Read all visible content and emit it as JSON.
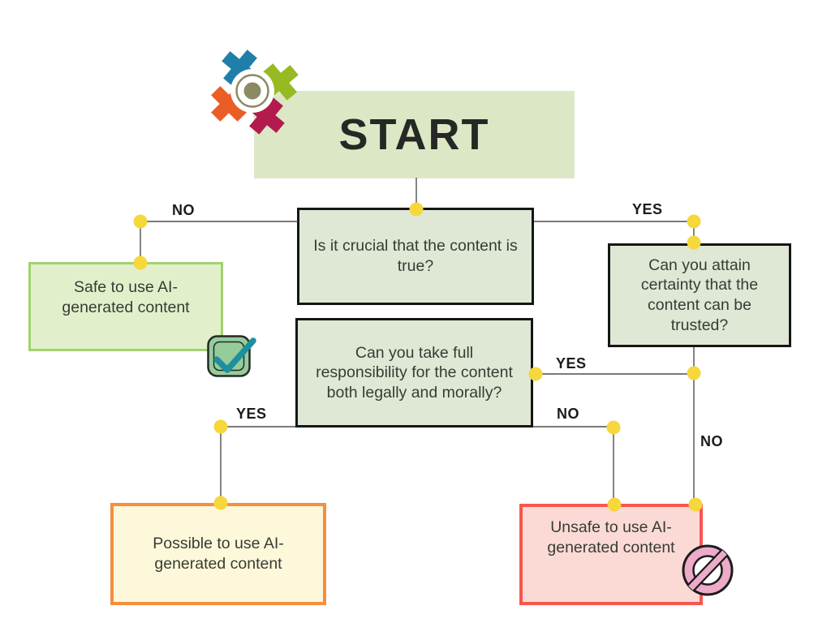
{
  "flowchart": {
    "nodes": {
      "start": {
        "label": "START",
        "type": "start"
      },
      "q_crucial": {
        "label": "Is it crucial that the content is true?",
        "type": "question"
      },
      "q_certainty": {
        "label": "Can you attain certainty that the content can be trusted?",
        "type": "question"
      },
      "q_responsibility": {
        "label": "Can you take full responsibility for the content both legally and morally?",
        "type": "question"
      },
      "outcome_safe": {
        "label": "Safe to use AI-generated content",
        "type": "outcome-positive"
      },
      "outcome_possible": {
        "label": "Possible to use AI-generated content",
        "type": "outcome-caution"
      },
      "outcome_unsafe": {
        "label": "Unsafe to use AI-generated content",
        "type": "outcome-negative"
      }
    },
    "edge_labels": {
      "no_top": "NO",
      "yes_top": "YES",
      "yes_mid": "YES",
      "no_mid": "NO",
      "no_right": "NO",
      "yes_bottom": "YES"
    },
    "edges": [
      {
        "from": "start",
        "to": "q_crucial",
        "label": ""
      },
      {
        "from": "q_crucial",
        "to": "outcome_safe",
        "label": "NO"
      },
      {
        "from": "q_crucial",
        "to": "q_certainty",
        "label": "YES"
      },
      {
        "from": "q_certainty",
        "to": "q_responsibility",
        "label": "YES"
      },
      {
        "from": "q_certainty",
        "to": "outcome_unsafe",
        "label": "NO"
      },
      {
        "from": "q_responsibility",
        "to": "outcome_possible",
        "label": "YES"
      },
      {
        "from": "q_responsibility",
        "to": "outcome_unsafe",
        "label": "NO"
      }
    ],
    "icons": {
      "logo": "pinwheel-logo",
      "safe_marker": "checkmark-icon",
      "unsafe_marker": "prohibition-icon"
    },
    "colors": {
      "start_fill": "#dce8c5",
      "question_fill": "#dfe8d5",
      "question_border": "#161616",
      "safe_fill": "#e1f0ca",
      "safe_border": "#a1d26f",
      "possible_fill": "#fdf8da",
      "possible_border": "#f68e3e",
      "unsafe_fill": "#fbdad5",
      "unsafe_border": "#f7564d",
      "connector_dot": "#f6d73c",
      "connector_line": "#4f4f4f",
      "check_green": "#95cd9a",
      "check_teal": "#1e8fa0",
      "prohibition_pink": "#edaac9",
      "logo_blue": "#1f7fa9",
      "logo_lime": "#97ba23",
      "logo_orange": "#ec5d26",
      "logo_crimson": "#b31b4d",
      "logo_olive": "#8c8a62"
    }
  }
}
